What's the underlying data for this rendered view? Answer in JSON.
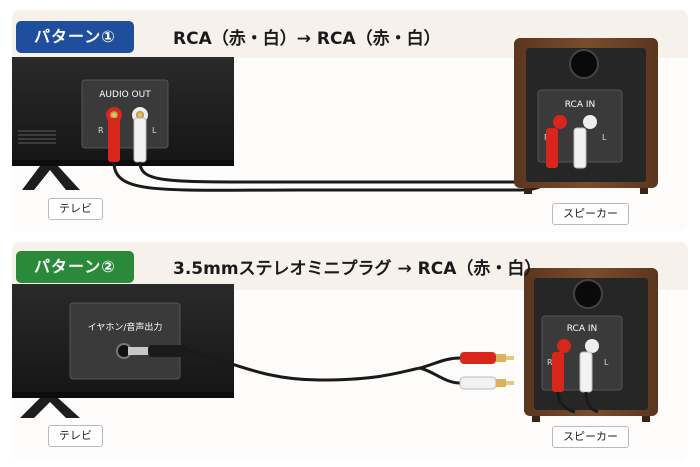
{
  "pattern1": {
    "badge": "パターン①",
    "heading": "RCA（赤・白）→ RCA（赤・白）",
    "tv_port_label": "AUDIO OUT",
    "tv_r": "R",
    "tv_l": "L",
    "speaker_port_label": "RCA IN",
    "speaker_r": "R",
    "speaker_l": "L",
    "tv_caption": "テレビ",
    "speaker_caption": "スピーカー"
  },
  "pattern2": {
    "badge": "パターン②",
    "heading": "3.5mmステレオミニプラグ → RCA（赤・白）",
    "tv_port_label": "イヤホン/音声出力",
    "speaker_port_label": "RCA IN",
    "speaker_r": "R",
    "speaker_l": "L",
    "tv_caption": "テレビ",
    "speaker_caption": "スピーカー"
  },
  "colors": {
    "pattern1_badge": "#1f4f9c",
    "pattern2_badge": "#2a8a3a",
    "plug_red": "#d8261c",
    "plug_white": "#f2f2f2",
    "speaker_wood": "#6b4327"
  }
}
